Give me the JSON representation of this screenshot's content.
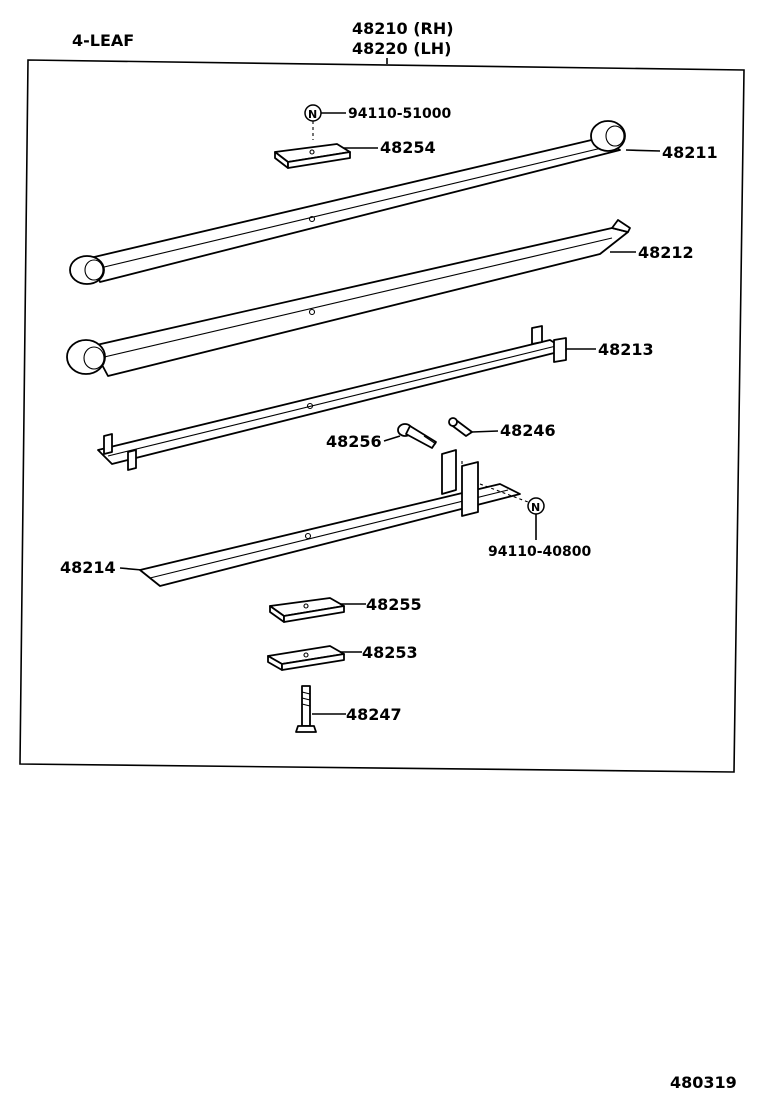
{
  "header": {
    "variant": "4-LEAF",
    "assembly_rh": "48210 (RH)",
    "assembly_lh": "48220 (LH)"
  },
  "parts": {
    "nut_top": "94110-51000",
    "pad_upper": "48254",
    "leaf_1": "48211",
    "leaf_2": "48212",
    "leaf_3": "48213",
    "bolt_clip": "48256",
    "spacer": "48246",
    "nut_clip": "94110-40800",
    "leaf_4": "48214",
    "pad_lower": "48255",
    "seat": "48253",
    "center_bolt": "48247"
  },
  "nut_marker": "N",
  "footer": {
    "figure_number": "480319"
  }
}
